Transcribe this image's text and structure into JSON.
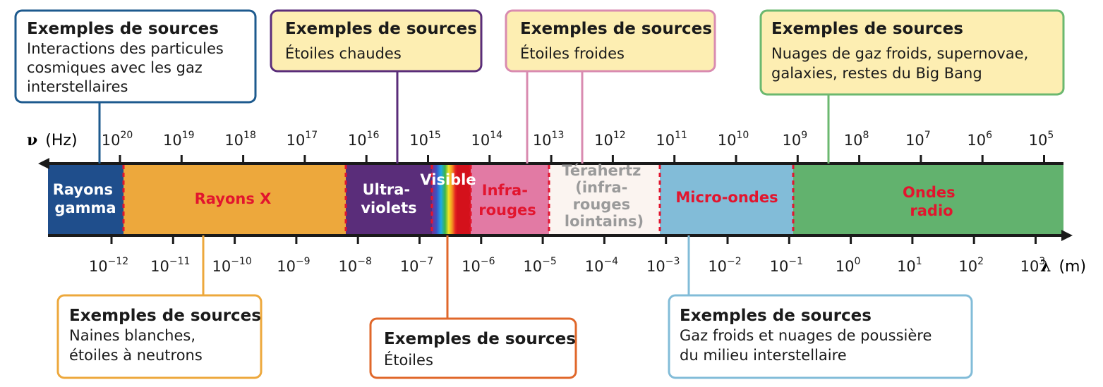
{
  "colors": {
    "gamma": "#1f4e8c",
    "xray": "#eda83c",
    "uv": "#5a2d7a",
    "ir": "#e27aa4",
    "thz": "#fbf4f0",
    "micro": "#82bcd8",
    "radio": "#62b26e",
    "dash": "#e2152e"
  },
  "axis": {
    "freq_symbol": "ν",
    "freq_unit": "(Hz)",
    "wave_symbol": "λ",
    "wave_unit": "(m)"
  },
  "frequency_ticks": [
    {
      "base": "10",
      "exp": "20"
    },
    {
      "base": "10",
      "exp": "19"
    },
    {
      "base": "10",
      "exp": "18"
    },
    {
      "base": "10",
      "exp": "17"
    },
    {
      "base": "10",
      "exp": "16"
    },
    {
      "base": "10",
      "exp": "15"
    },
    {
      "base": "10",
      "exp": "14"
    },
    {
      "base": "10",
      "exp": "13"
    },
    {
      "base": "10",
      "exp": "12"
    },
    {
      "base": "10",
      "exp": "11"
    },
    {
      "base": "10",
      "exp": "10"
    },
    {
      "base": "10",
      "exp": "9"
    },
    {
      "base": "10",
      "exp": "8"
    },
    {
      "base": "10",
      "exp": "7"
    },
    {
      "base": "10",
      "exp": "6"
    },
    {
      "base": "10",
      "exp": "5"
    }
  ],
  "wavelength_ticks": [
    {
      "base": "10",
      "exp": "−12"
    },
    {
      "base": "10",
      "exp": "−11"
    },
    {
      "base": "10",
      "exp": "−10"
    },
    {
      "base": "10",
      "exp": "−9"
    },
    {
      "base": "10",
      "exp": "−8"
    },
    {
      "base": "10",
      "exp": "−7"
    },
    {
      "base": "10",
      "exp": "−6"
    },
    {
      "base": "10",
      "exp": "−5"
    },
    {
      "base": "10",
      "exp": "−4"
    },
    {
      "base": "10",
      "exp": "−3"
    },
    {
      "base": "10",
      "exp": "−2"
    },
    {
      "base": "10",
      "exp": "−1"
    },
    {
      "base": "10",
      "exp": "0"
    },
    {
      "base": "10",
      "exp": "1"
    },
    {
      "base": "10",
      "exp": "2"
    },
    {
      "base": "10",
      "exp": "3"
    }
  ],
  "bands": {
    "gamma": [
      "Rayons",
      "gamma"
    ],
    "xray": [
      "Rayons X"
    ],
    "uv": [
      "Ultra-",
      "violets"
    ],
    "visible": [
      "Visible"
    ],
    "ir": [
      "Infra-",
      "rouges"
    ],
    "thz": [
      "Térahertz",
      "(infra-",
      "rouges",
      "lointains)"
    ],
    "micro": [
      "Micro-ondes"
    ],
    "radio": [
      "Ondes",
      "radio"
    ]
  },
  "callouts": {
    "gamma": {
      "title": "Exemples de sources",
      "lines": [
        "Interactions des particules",
        "cosmiques avec les gaz",
        "interstellaires"
      ],
      "border": "#1d5a8e"
    },
    "uv": {
      "title": "Exemples de sources",
      "lines": [
        "Étoiles chaudes"
      ],
      "border": "#5a2d7a"
    },
    "ir": {
      "title": "Exemples de sources",
      "lines": [
        "Étoiles froides"
      ],
      "border": "#d98bb0"
    },
    "radio": {
      "title": "Exemples de sources",
      "lines": [
        "Nuages de gaz froids, supernovae,",
        "galaxies, restes du Big Bang"
      ],
      "border": "#6bb86f"
    },
    "xray": {
      "title": "Exemples de sources",
      "lines": [
        "Naines blanches,",
        "étoiles à neutrons"
      ],
      "border": "#eda83c"
    },
    "visible": {
      "title": "Exemples de sources",
      "lines": [
        "Étoiles"
      ],
      "border": "#e0672a"
    },
    "micro": {
      "title": "Exemples de sources",
      "lines": [
        "Gaz froids et nuages de poussière",
        "du milieu interstellaire"
      ],
      "border": "#82bcd8"
    }
  }
}
